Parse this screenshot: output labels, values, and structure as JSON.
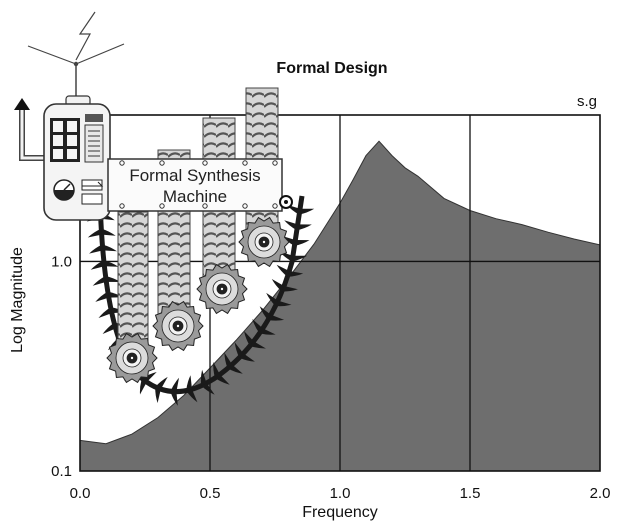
{
  "chart_data": {
    "type": "area",
    "title": "Formal Design",
    "xlabel": "Frequency",
    "ylabel": "Log Magnitude",
    "corner_label": "s.g",
    "xlim": [
      0.0,
      2.0
    ],
    "ylim": [
      0.1,
      5.0
    ],
    "yscale": "log",
    "grid": true,
    "x_ticks": [
      "0.0",
      "0.5",
      "1.0",
      "1.5",
      "2.0"
    ],
    "y_ticks": [
      "0.1",
      "1.0"
    ],
    "series": [
      {
        "x": [
          0.0,
          0.1,
          0.2,
          0.3,
          0.4,
          0.5,
          0.6,
          0.7,
          0.8,
          0.9,
          1.0,
          1.05,
          1.1,
          1.15,
          1.2,
          1.25,
          1.3,
          1.4,
          1.5,
          1.6,
          1.7,
          1.8,
          1.9,
          2.0
        ],
        "y": [
          0.14,
          0.135,
          0.15,
          0.18,
          0.23,
          0.31,
          0.42,
          0.58,
          0.83,
          1.21,
          1.9,
          2.45,
          3.2,
          3.75,
          3.2,
          2.8,
          2.55,
          2.0,
          1.75,
          1.6,
          1.5,
          1.38,
          1.28,
          1.2
        ]
      }
    ],
    "annotations": [
      "Formal Synthesis",
      "Machine"
    ]
  },
  "colors": {
    "fill": "#6e6e6e",
    "grid": "#111111",
    "machine_body": "#f4f4f4",
    "spring": "#bdbdbd"
  }
}
